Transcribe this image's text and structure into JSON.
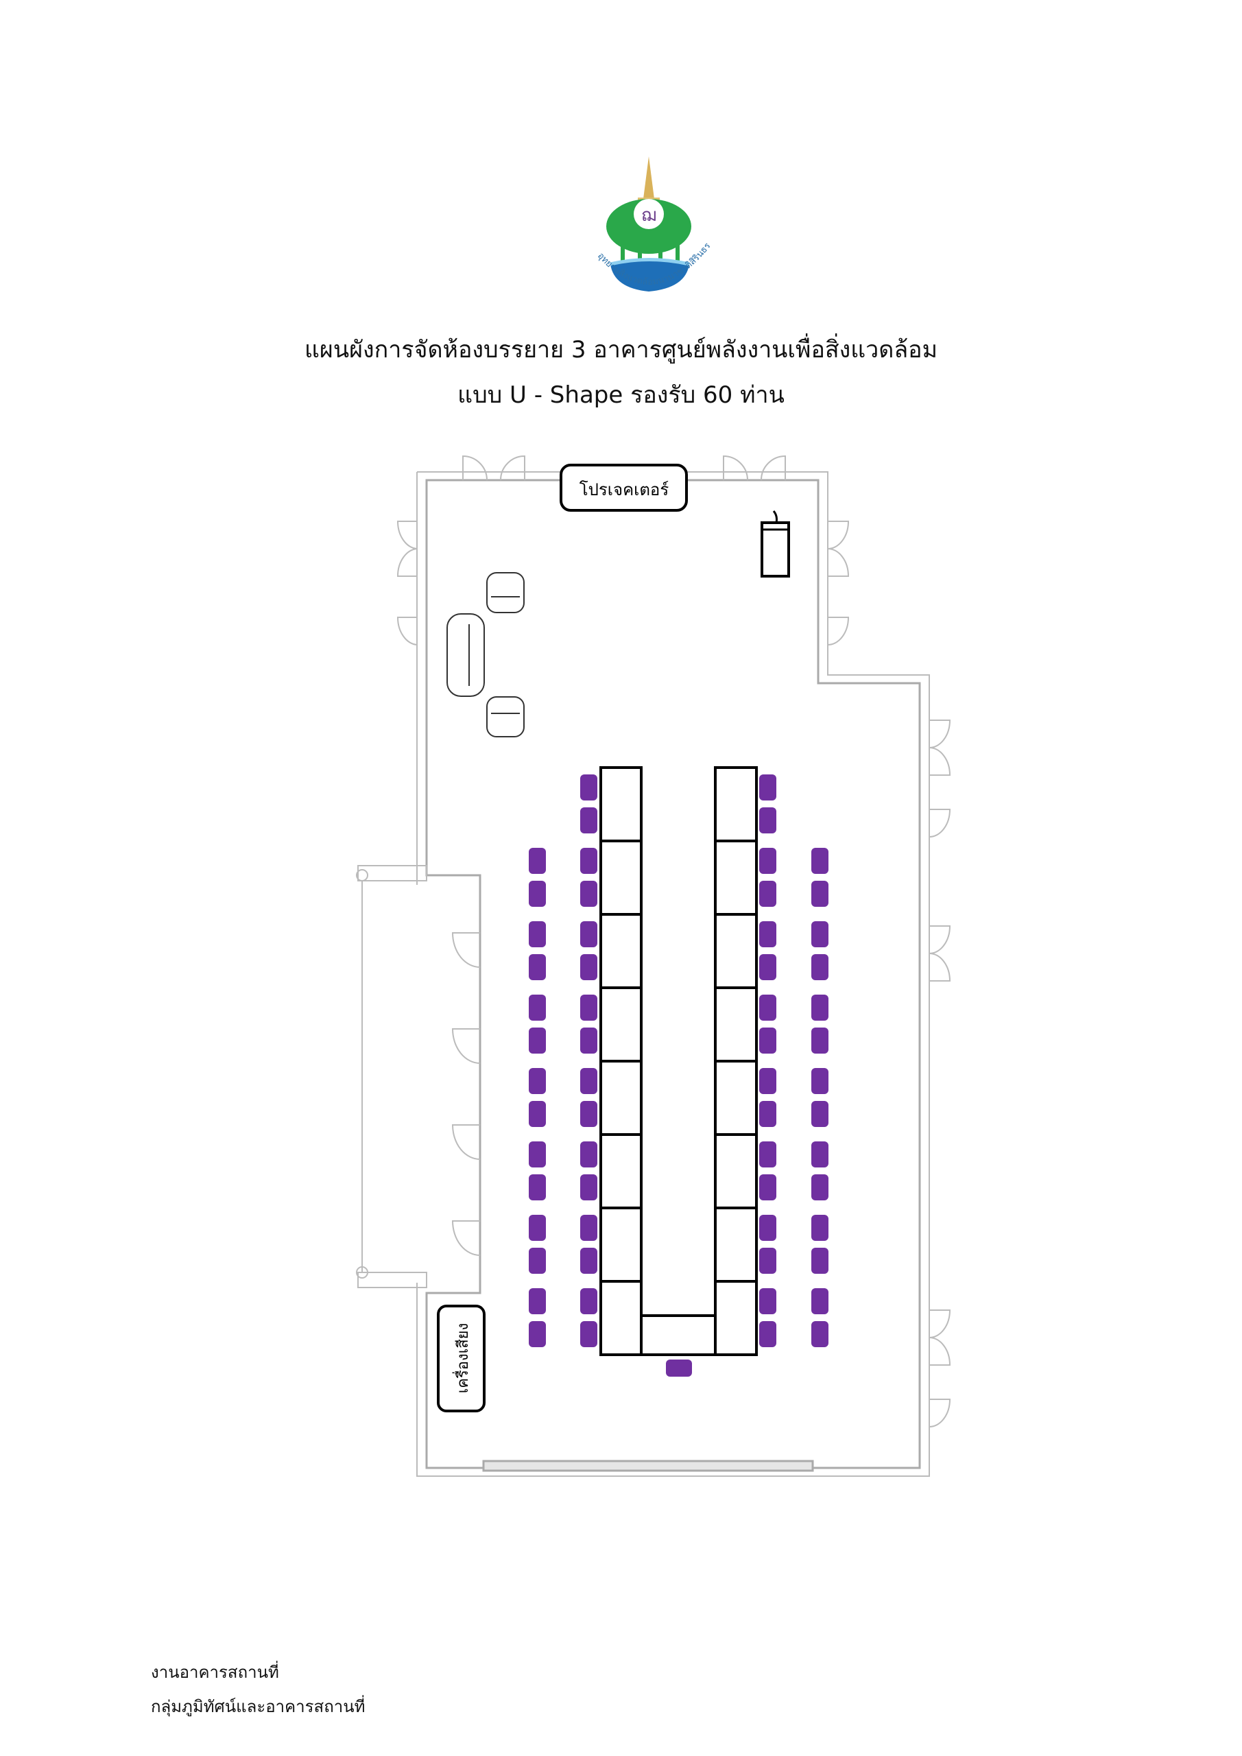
{
  "logo": {
    "text": "อุทยานสิ่งแวดล้อมนานาชาติสิรินธร"
  },
  "header": {
    "title": "แผนผังการจัดห้องบรรยาย 3 อาคารศูนย์พลังงานเพื่อสิ่งแวดล้อม",
    "subtitle": "แบบ U - Shape รองรับ 60 ท่าน"
  },
  "floorplan": {
    "projector_label": "โปรเจคเตอร์",
    "sound_label": "เครื่องเสียง",
    "table_rows_per_side": 8,
    "chair_color": "#7030a0"
  },
  "footer": {
    "line1": "งานอาคารสถานที่",
    "line2": "กลุ่มภูมิทัศน์และอาคารสถานที่"
  }
}
